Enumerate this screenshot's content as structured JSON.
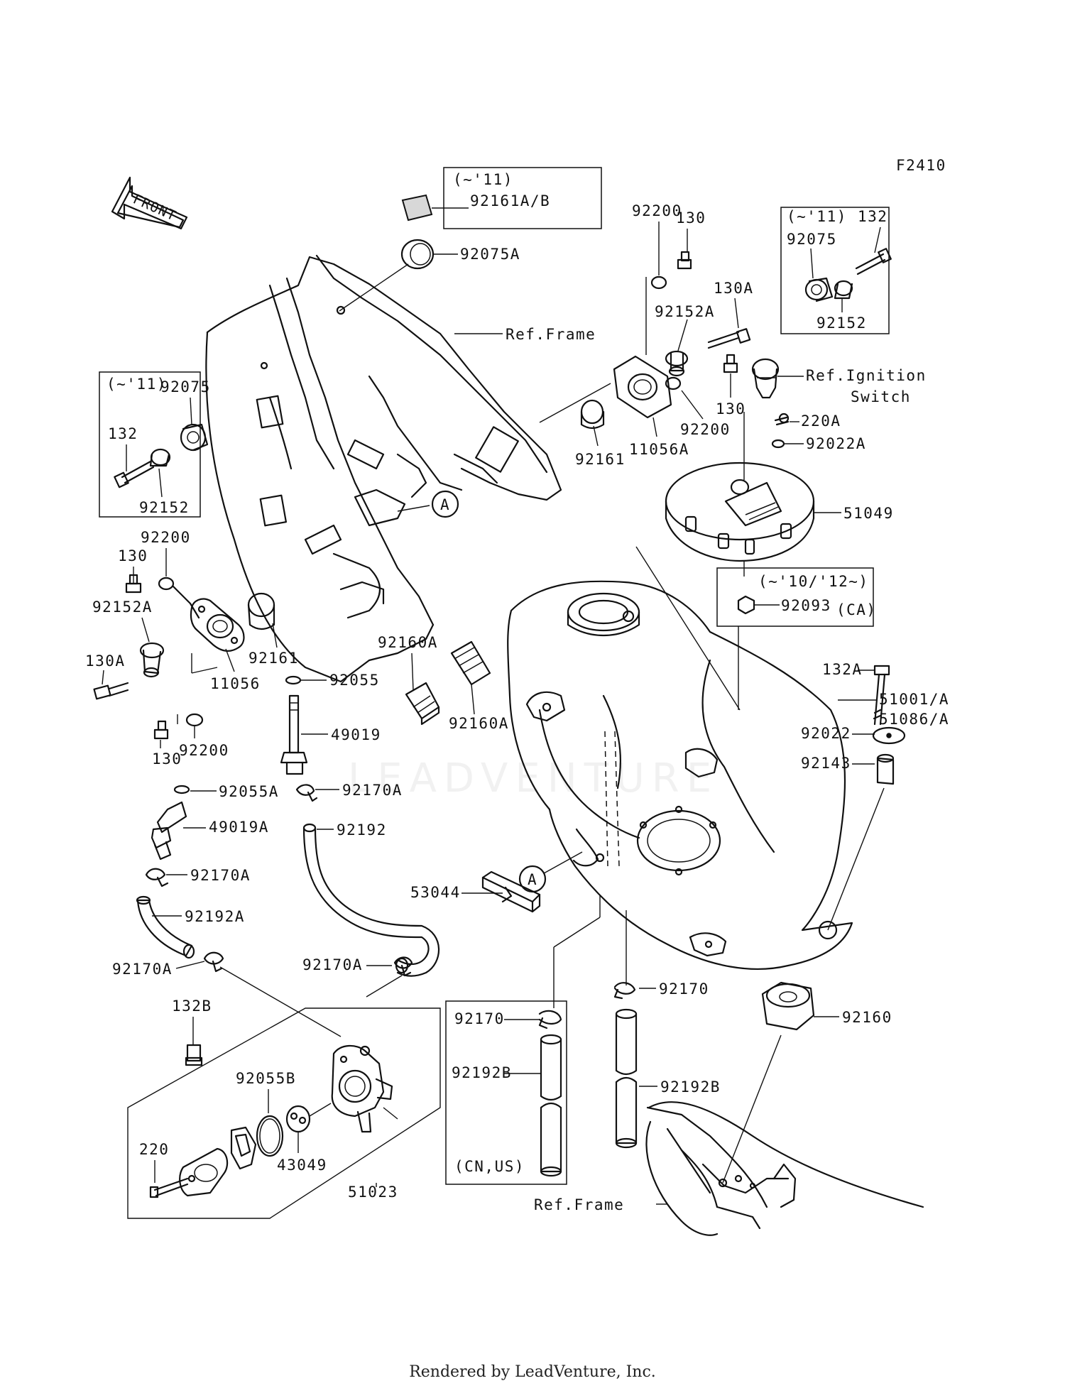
{
  "figure_code": "F2410",
  "front_label": "FRONT",
  "footer": "Rendered by LeadVenture, Inc.",
  "watermark": "LEADVENTURE",
  "callouts": {
    "c_92161AB": "92161A/B",
    "c_92075A": "92075A",
    "c_ref_frame_top": "Ref.Frame",
    "c_92200_top": "92200",
    "c_130_top": "130",
    "c_130A_top": "130A",
    "c_92152A_top": "92152A",
    "c_ref_ign_1": "Ref.Ignition",
    "c_ref_ign_2": "Switch",
    "c_130_mid": "130",
    "c_92200_mid": "92200",
    "c_11056A": "11056A",
    "c_92161_top": "92161",
    "c_220A": "220A",
    "c_92022A": "92022A",
    "c_51049": "51049",
    "c_92093": "92093",
    "c_ca": "(CA)",
    "c_range_10_12": "(~'10/'12~)",
    "c_132A": "132A",
    "c_51001A": "51001/A",
    "c_51086A": "51086/A",
    "c_92022": "92022",
    "c_92143": "92143",
    "c_92200_left": "92200",
    "c_130_left": "130",
    "c_92152A_left": "92152A",
    "c_130A_left": "130A",
    "c_92161_left": "92161",
    "c_11056": "11056",
    "c_130_left2": "130",
    "c_92200_left2": "92200",
    "c_92160A_1": "92160A",
    "c_92160A_2": "92160A",
    "c_92055": "92055",
    "c_49019": "49019",
    "c_92055A": "92055A",
    "c_92170A_1": "92170A",
    "c_49019A": "49019A",
    "c_92192": "92192",
    "c_92170A_2": "92170A",
    "c_92192A": "92192A",
    "c_92170A_3": "92170A",
    "c_92170A_4": "92170A",
    "c_53044": "53044",
    "c_92170_box": "92170",
    "c_92170": "92170",
    "c_92160": "92160",
    "c_92192B_box": "92192B",
    "c_92192B": "92192B",
    "c_cn_us": "(CN,US)",
    "c_ref_frame_bottom": "Ref.Frame",
    "c_132B": "132B",
    "c_92055B": "92055B",
    "c_220": "220",
    "c_43049": "43049",
    "c_51023": "51023",
    "c_A_1": "A",
    "c_A_2": "A"
  },
  "inset_top_center": {
    "range": "(~'11)"
  },
  "inset_top_right": {
    "range": "(~'11)",
    "p1": "132",
    "p2": "92075",
    "p3": "92152"
  },
  "inset_left": {
    "range": "(~'11)",
    "p1": "92075",
    "p2": "132",
    "p3": "92152"
  }
}
